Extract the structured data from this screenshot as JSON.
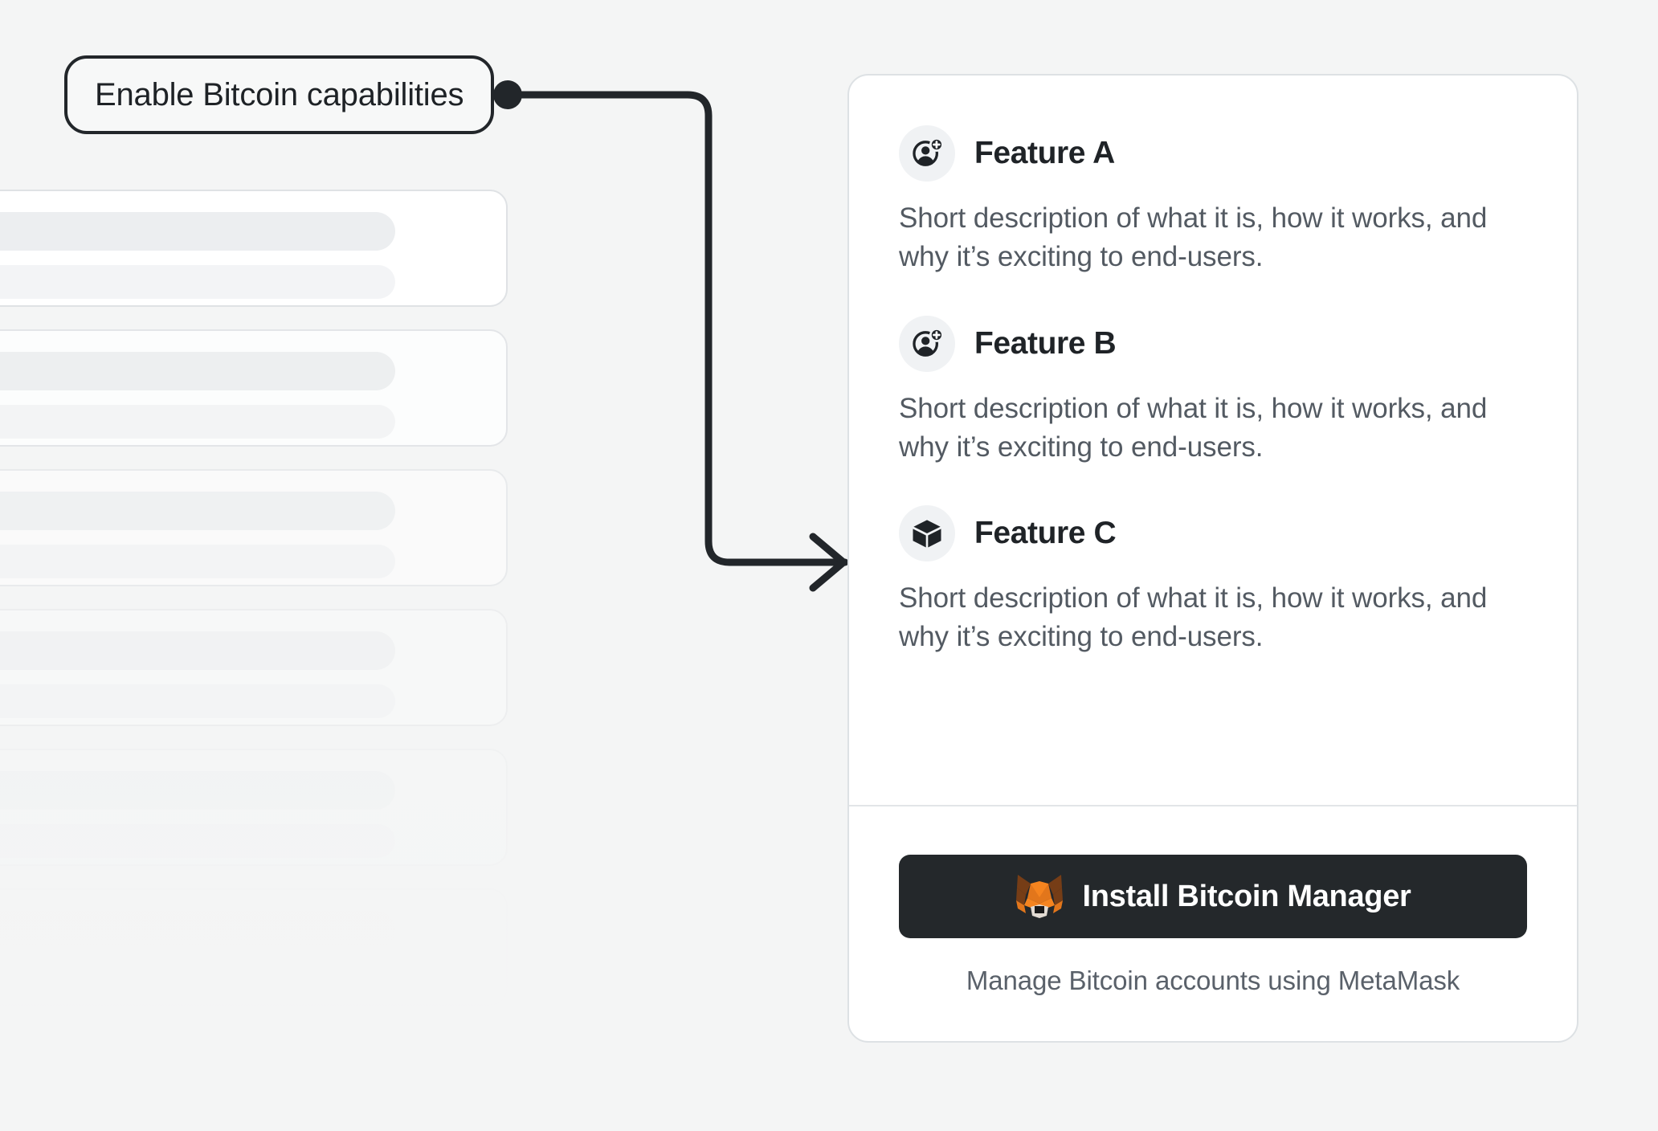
{
  "theme": {
    "background": "#f4f5f5",
    "card_background": "#ffffff",
    "card_border": "#dde1e4",
    "ink": "#1f2327",
    "muted_text": "#535a62",
    "button_background": "#24282b",
    "button_text": "#ffffff",
    "icon_circle": "#f0f2f4",
    "connector": "#22262a",
    "skeleton_bar_primary": "#eceef0",
    "skeleton_bar_secondary": "#f3f4f6",
    "metamask_orange": "#e2761b",
    "metamask_light_orange": "#f5841f",
    "metamask_dark_brown": "#763d16",
    "metamask_cream": "#e2dbd3"
  },
  "callout": {
    "label": "Enable Bitcoin capabilities",
    "anchor_dot": "connector-anchor-dot",
    "connector_icon": "elbow-arrow-right"
  },
  "skeleton": {
    "card_count": 6,
    "bars_per_card": 2
  },
  "feature_card": {
    "features": [
      {
        "icon": "add-user-icon",
        "title": "Feature A",
        "description": "Short description of what it is, how it works, and why it’s exciting to end-users."
      },
      {
        "icon": "add-user-icon",
        "title": "Feature B",
        "description": "Short description of what it is, how it works, and why it’s exciting to end-users."
      },
      {
        "icon": "cube-icon",
        "title": "Feature C",
        "description": "Short description of what it is, how it works, and why it’s exciting to end-users."
      }
    ],
    "footer": {
      "install_button_label": "Install Bitcoin Manager",
      "install_button_icon": "metamask-fox-icon",
      "caption": "Manage Bitcoin accounts using MetaMask"
    }
  }
}
